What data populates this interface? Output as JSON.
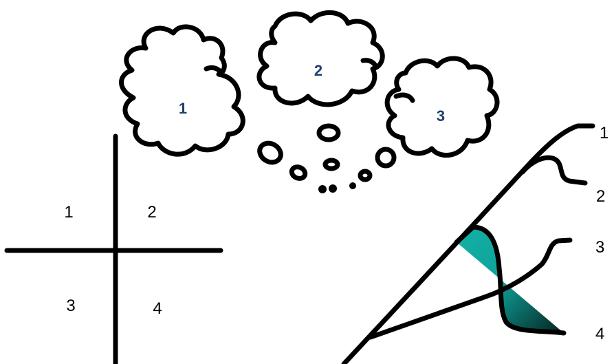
{
  "clouds": [
    {
      "label": "1"
    },
    {
      "label": "2"
    },
    {
      "label": "3"
    }
  ],
  "quadrants": {
    "top_left": "1",
    "top_right": "2",
    "bottom_left": "3",
    "bottom_right": "4"
  },
  "lines": [
    {
      "label": "1"
    },
    {
      "label": "2"
    },
    {
      "label": "3"
    },
    {
      "label": "4"
    }
  ],
  "colors": {
    "cloud_label": "#1f3f6e",
    "fill_teal": "#0fa39a",
    "fill_dark": "#0b2d2b",
    "stroke": "#000000"
  },
  "icons": [
    "thought-cloud-icon",
    "thought-bubble-icon",
    "quadrant-cross-icon",
    "branching-lines-icon"
  ]
}
